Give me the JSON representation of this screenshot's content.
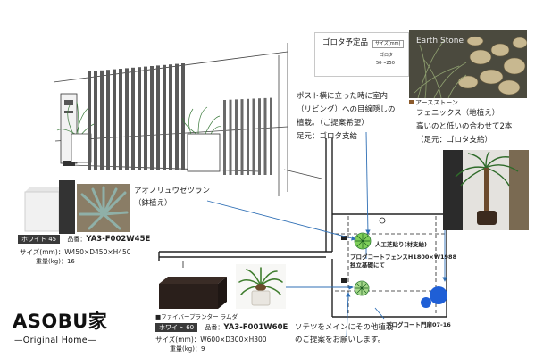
{
  "brand": {
    "logo_text": "ASOBU家",
    "tagline": "—Original Home—"
  },
  "gorota": {
    "title": "ゴロタ予定品",
    "size_label": "サイズ(mm)",
    "size_key": "ゴロタ",
    "size_value": "50～250"
  },
  "earth_stone": {
    "photo_text": "Earth Stone",
    "caption": "アースストーン"
  },
  "post_note": {
    "lines": [
      "ポスト横に立った時に室内",
      "（リビング）への目線隠しの",
      "植栽。（ご提案希望）",
      "足元：ゴロタ支給"
    ]
  },
  "phoenix_note": {
    "lines": [
      "フェニックス（地植え）",
      "高いのと低いの合わせて2本",
      "（足元：ゴロタ支給）"
    ]
  },
  "agave": {
    "label_lines": [
      "アオノリュウゼツラン",
      "（鉢植え）"
    ]
  },
  "planter_white": {
    "color": "ホワイト 45",
    "code_label": "品番：",
    "code": "YA3-F002W45E",
    "size": "サイズ(mm)：W450×D450×H450",
    "weight": "重量(kg)：16"
  },
  "planter_fiber": {
    "name": "■ファイバープランター ラムダ",
    "color": "ホワイト 60",
    "code_label": "品番：",
    "code": "YA3-F001W60E",
    "size": "サイズ(mm)：W600×D300×H300",
    "weight": "重量(kg)：9"
  },
  "plan_labels": {
    "turf": "人工芝貼り(材支給)",
    "fence_1": "プログコートフェンスH1800×W1988",
    "fence_2": "独立基礎にて",
    "gate": "プログコート門扉07-16"
  },
  "cycad_note": {
    "lines": [
      "ソテツをメインにその他植栽",
      "のご提案をお願いします。"
    ]
  },
  "colors": {
    "arrow_blue": "#2f6fb5",
    "plan_line": "#222222",
    "shrub_green": "#3aa04a",
    "blob_blue": "#1f5fd6",
    "sketch_line": "#444444"
  }
}
